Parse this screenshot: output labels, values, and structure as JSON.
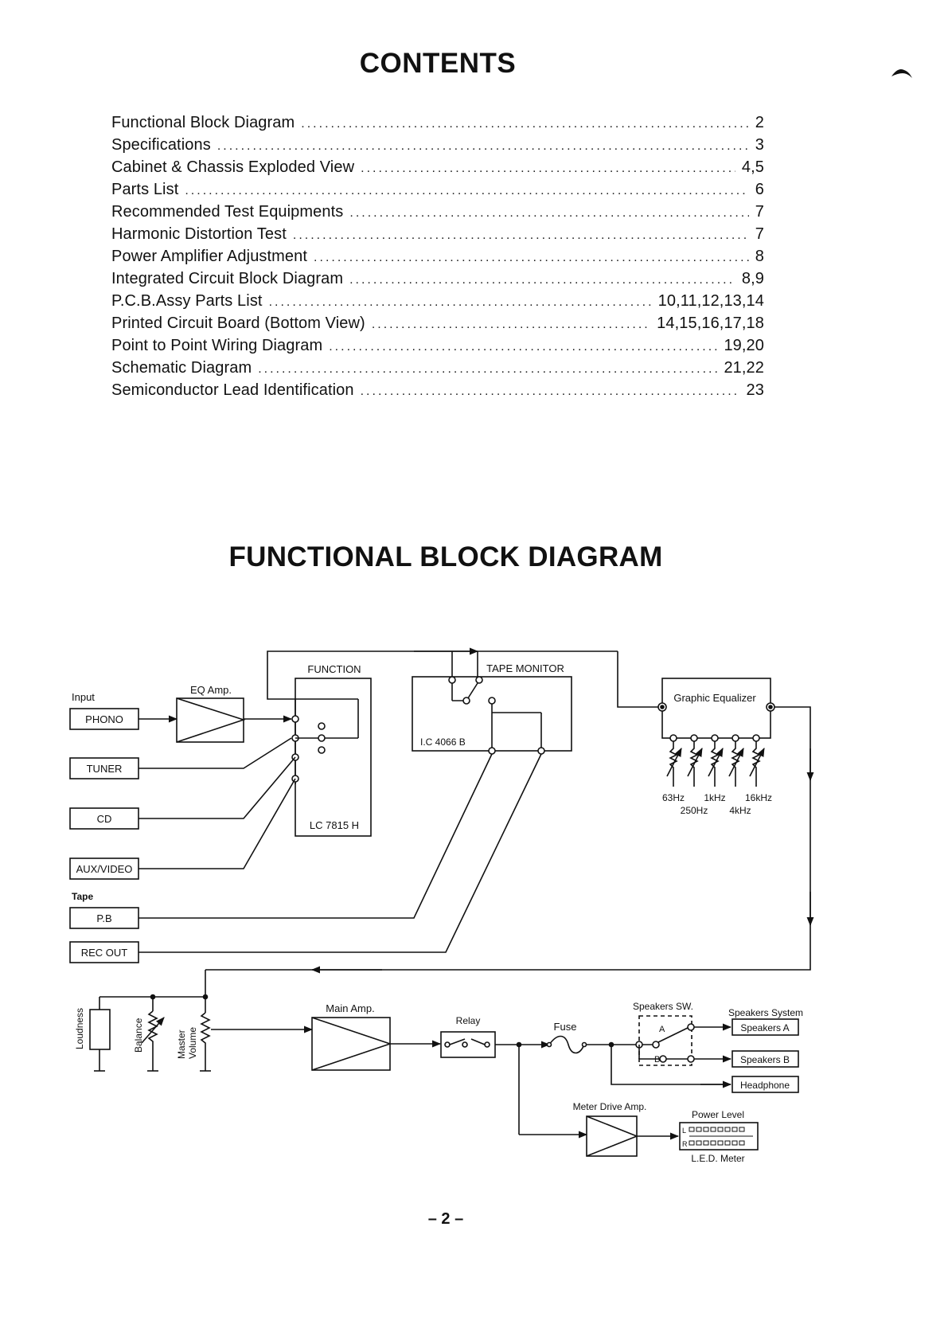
{
  "contents": {
    "title": "CONTENTS",
    "entries": [
      {
        "title": "Functional Block Diagram",
        "page": "2"
      },
      {
        "title": "Specifications",
        "page": "3"
      },
      {
        "title": "Cabinet & Chassis Exploded View",
        "page": "4,5"
      },
      {
        "title": "Parts List",
        "page": "6"
      },
      {
        "title": "Recommended Test Equipments",
        "page": "7"
      },
      {
        "title": "Harmonic Distortion Test",
        "page": "7"
      },
      {
        "title": "Power Amplifier Adjustment",
        "page": "8"
      },
      {
        "title": "Integrated Circuit Block Diagram",
        "page": "8,9"
      },
      {
        "title": "P.C.B.Assy Parts List",
        "page": "10,11,12,13,14"
      },
      {
        "title": "Printed Circuit Board (Bottom View)",
        "page": "14,15,16,17,18"
      },
      {
        "title": "Point to Point Wiring Diagram",
        "page": "19,20"
      },
      {
        "title": "Schematic Diagram",
        "page": "21,22"
      },
      {
        "title": "Semiconductor Lead Identification",
        "page": "23"
      }
    ]
  },
  "diagram": {
    "title": "FUNCTIONAL BLOCK DIAGRAM",
    "labels": {
      "input": "Input",
      "tape": "Tape",
      "phono": "PHONO",
      "tuner": "TUNER",
      "cd": "CD",
      "aux": "AUX/VIDEO",
      "pb": "P.B",
      "rec_out": "REC OUT",
      "eq_amp": "EQ Amp.",
      "function": "FUNCTION",
      "lc7815": "LC 7815 H",
      "tape_monitor": "TAPE MONITOR",
      "ic4066": "I.C 4066 B",
      "graphic_eq": "Graphic Equalizer",
      "f63": "63Hz",
      "f1k": "1kHz",
      "f16k": "16kHz",
      "f250": "250Hz",
      "f4k": "4kHz",
      "loudness": "Loudness",
      "balance": "Balance",
      "master": "Master",
      "volume": "Volume",
      "main_amp": "Main Amp.",
      "relay": "Relay",
      "fuse": "Fuse",
      "speakers_sw": "Speakers SW.",
      "sw_a": "A",
      "sw_b": "B",
      "speakers_system": "Speakers System",
      "speakers_a": "Speakers A",
      "speakers_b": "Speakers B",
      "headphone": "Headphone",
      "meter_drive": "Meter Drive Amp.",
      "power_level": "Power Level",
      "led_l": "L",
      "led_r": "R",
      "led_meter": "L.E.D. Meter"
    }
  },
  "page_number": "– 2 –"
}
